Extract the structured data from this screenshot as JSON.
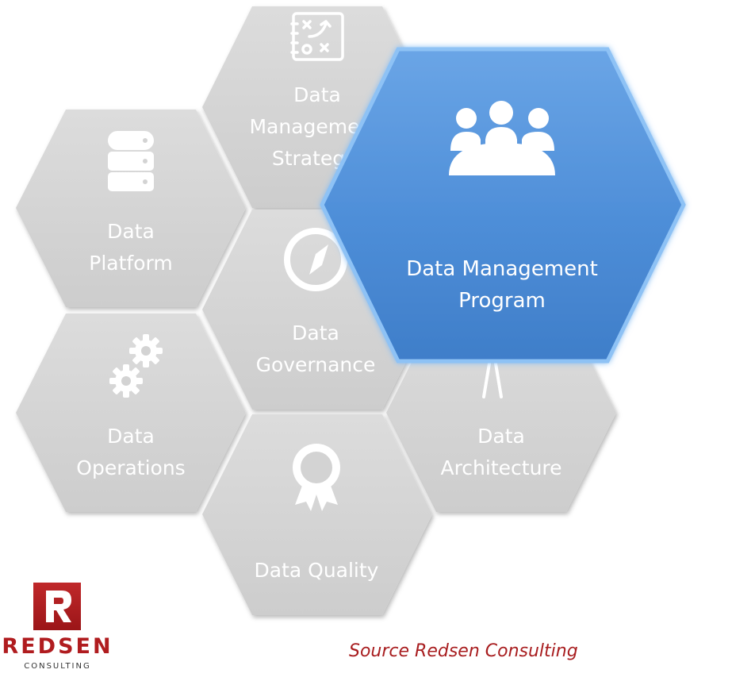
{
  "hexagons": {
    "strategy": {
      "line1": "Data",
      "line2": "Manageme",
      "line3": "Strateg",
      "icon": "strategy-board-icon"
    },
    "platform": {
      "line1": "Data",
      "line2": "Platform",
      "icon": "database-icon"
    },
    "governance": {
      "line1": "Data",
      "line2": "Governance",
      "icon": "compass-icon"
    },
    "program": {
      "line1": "Data Management",
      "line2": "Program",
      "icon": "meeting-people-icon"
    },
    "operations": {
      "line1": "Data",
      "line2": "Operations",
      "icon": "gears-icon"
    },
    "architecture": {
      "line1": "Data",
      "line2": "Architecture",
      "icon": "drafting-compass-icon"
    },
    "quality": {
      "line1": "Data Quality",
      "icon": "award-ribbon-icon"
    }
  },
  "logo": {
    "name": "REDSEN",
    "subtitle": "CONSULTING",
    "icon": "redsen-r-logo"
  },
  "source_text": "Source Redsen Consulting",
  "colors": {
    "hex_gray": "#d3d3d3",
    "hex_blue": "#4f8fd6",
    "brand_red": "#b01c1f"
  }
}
